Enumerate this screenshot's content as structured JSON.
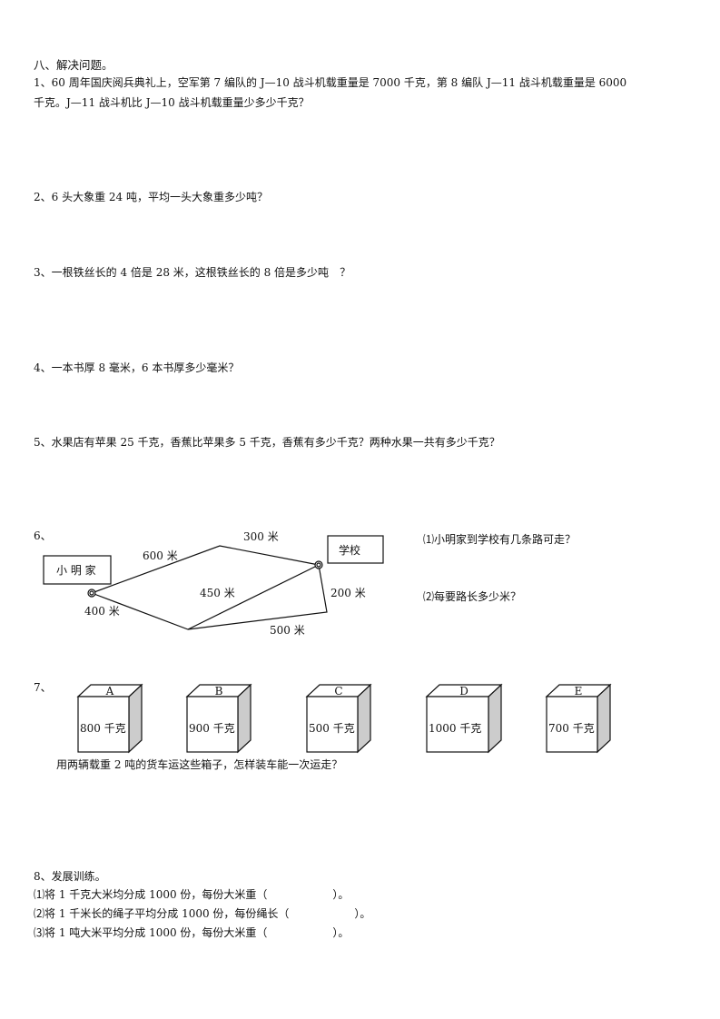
{
  "section_title": "八、解决问题。",
  "q1": {
    "line1": "1、60 周年国庆阅兵典礼上，空军第 7 编队的 J—10 战斗机载重量是 7000 千克，第 8 编队 J—11 战斗机载重量是 6000",
    "line2": "千克。J—11 战斗机比 J—10 战斗机载重量少多少千克？"
  },
  "q2": "2、6 头大象重 24 吨，平均一头大象重多少吨？",
  "q3": "3、一根铁丝长的 4 倍是 28 米，这根铁丝长的 8 倍是多少吨　？",
  "q4": "4、一本书厚 8 毫米，6 本书厚多少毫米？",
  "q5": "5、水果店有苹果 25 千克，香蕉比苹果多 5 千克，香蕉有多少千克？两种水果一共有多少千克？",
  "q6": {
    "number": "6、",
    "home": "小 明 家",
    "school": "学校",
    "distances": {
      "d300": "300 米",
      "d600": "600 米",
      "d450": "450 米",
      "d200": "200 米",
      "d400": "400 米",
      "d500": "500 米"
    },
    "sub1": "⑴小明家到学校有几条路可走？",
    "sub2": "⑵每要路长多少米？"
  },
  "q7": {
    "number": "7、",
    "boxes": [
      {
        "label": "A",
        "weight": "800 千克"
      },
      {
        "label": "B",
        "weight": "900 千克"
      },
      {
        "label": "C",
        "weight": "500 千克"
      },
      {
        "label": "D",
        "weight": "1000 千克"
      },
      {
        "label": "E",
        "weight": "700 千克"
      }
    ],
    "question": "用两辆载重 2 吨的货车运这些箱子，怎样装车能一次运走？"
  },
  "q8": {
    "title": "8、发展训练。",
    "items": [
      "⑴将 1 千克大米均分成 1000 份，每份大米重（　　　　　　）。",
      "⑵将 1 千米长的绳子平均分成 1000 份，每份绳长（　　　　　　）。",
      "⑶将 1 吨大米平均分成 1000 份，每份大米重（　　　　　　）。"
    ]
  }
}
